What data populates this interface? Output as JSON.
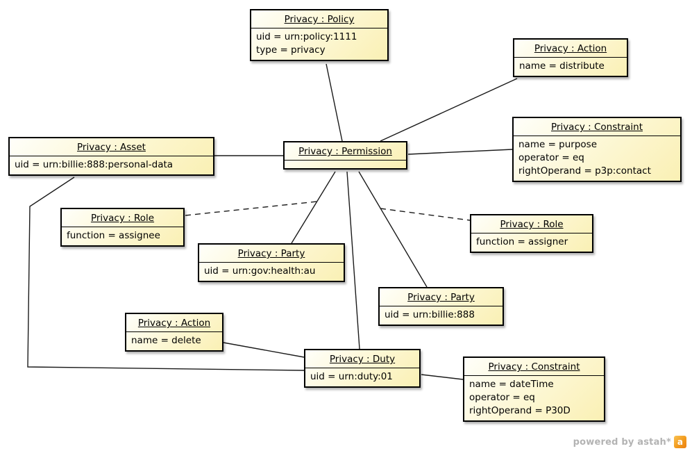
{
  "diagram": {
    "type": "uml-object-diagram",
    "nodes": [
      {
        "id": "policy",
        "title": "Privacy : Policy",
        "attributes": [
          "uid = urn:policy:1111",
          "type = privacy"
        ]
      },
      {
        "id": "action-distribute",
        "title": "Privacy : Action",
        "attributes": [
          "name = distribute"
        ]
      },
      {
        "id": "constraint-purpose",
        "title": "Privacy : Constraint",
        "attributes": [
          "name = purpose",
          "operator = eq",
          "rightOperand = p3p:contact"
        ]
      },
      {
        "id": "asset",
        "title": "Privacy : Asset",
        "attributes": [
          "uid = urn:billie:888:personal-data"
        ]
      },
      {
        "id": "permission",
        "title": "Privacy : Permission",
        "attributes": []
      },
      {
        "id": "role-assignee",
        "title": "Privacy : Role",
        "attributes": [
          "function = assignee"
        ]
      },
      {
        "id": "party-health",
        "title": "Privacy : Party",
        "attributes": [
          "uid = urn:gov:health:au"
        ]
      },
      {
        "id": "role-assigner",
        "title": "Privacy : Role",
        "attributes": [
          "function = assigner"
        ]
      },
      {
        "id": "party-billie",
        "title": "Privacy : Party",
        "attributes": [
          "uid = urn:billie:888"
        ]
      },
      {
        "id": "action-delete",
        "title": "Privacy : Action",
        "attributes": [
          "name = delete"
        ]
      },
      {
        "id": "duty",
        "title": "Privacy : Duty",
        "attributes": [
          "uid = urn:duty:01"
        ]
      },
      {
        "id": "constraint-datetime",
        "title": "Privacy : Constraint",
        "attributes": [
          "name = dateTime",
          "operator = eq",
          "rightOperand = P30D"
        ]
      }
    ],
    "edges": [
      {
        "from": "permission",
        "to": "policy",
        "style": "solid"
      },
      {
        "from": "permission",
        "to": "action-distribute",
        "style": "solid"
      },
      {
        "from": "permission",
        "to": "constraint-purpose",
        "style": "solid"
      },
      {
        "from": "permission",
        "to": "asset",
        "style": "solid"
      },
      {
        "from": "permission",
        "to": "party-health",
        "style": "solid"
      },
      {
        "from": "permission",
        "to": "party-billie",
        "style": "solid"
      },
      {
        "from": "permission",
        "to": "duty",
        "style": "solid"
      },
      {
        "from": "role-assignee",
        "to": "link permission-party-health",
        "style": "dashed"
      },
      {
        "from": "role-assigner",
        "to": "link permission-party-billie",
        "style": "dashed"
      },
      {
        "from": "duty",
        "to": "action-delete",
        "style": "solid"
      },
      {
        "from": "duty",
        "to": "asset",
        "style": "solid"
      },
      {
        "from": "duty",
        "to": "constraint-datetime",
        "style": "solid"
      }
    ],
    "watermark": {
      "text": "powered by astah*",
      "logo_glyph": "a"
    }
  },
  "colors": {
    "node_fill_start": "#fffffa",
    "node_fill_end": "#faf0b4",
    "node_border": "#000000",
    "edge_line": "#1a1a1a",
    "watermark_text": "#b3b3b3",
    "logo_orange": "#f29b1d"
  }
}
